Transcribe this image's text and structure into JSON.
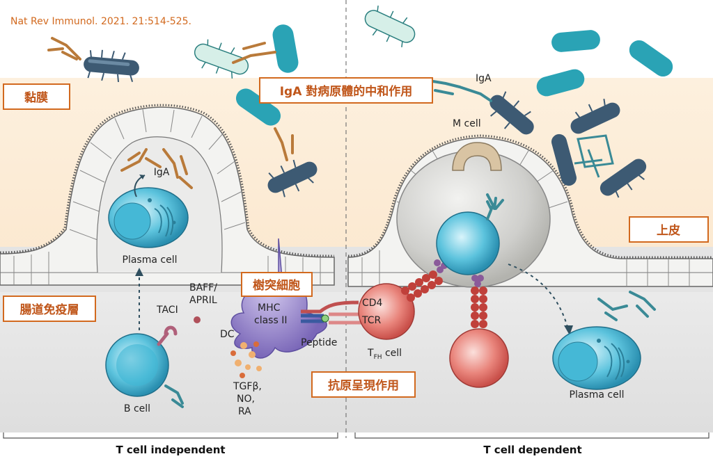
{
  "citation": "Nat Rev Immunol. 2021. 21:514-525.",
  "boxes": {
    "mucosa": "黏膜",
    "iga_neutralize": "IgA 對病原體的中和作用",
    "epithelium": "上皮",
    "dendritic_cell": "樹突細胞",
    "gut_immune_layer": "腸道免疫層",
    "antigen_presentation": "抗原呈現作用"
  },
  "labels": {
    "iga_left": "IgA",
    "iga_right": "IgA",
    "m_cell": "M cell",
    "plasma_cell_left": "Plasma cell",
    "plasma_cell_right": "Plasma cell",
    "b_cell": "B cell",
    "taci": "TACI",
    "baff": "BAFF/",
    "april": "APRIL",
    "dc": "DC",
    "mhc": "MHC",
    "class2": "class II",
    "peptide": "Peptide",
    "cd4": "CD4",
    "tcr": "TCR",
    "tfh_t": "T",
    "tfh_sub": "FH",
    "tfh_cell": " cell",
    "tgf": "TGFβ,",
    "no": "NO,",
    "ra": "RA"
  },
  "footer": {
    "left": "T cell independent",
    "right": "T cell dependent"
  },
  "colors": {
    "box_border": "#d2691e",
    "box_text": "#c0561a",
    "mucus_band": "#fdebd3",
    "tissue": "#e6e6e6",
    "bacteria_blue": "#3d5a73",
    "bacteria_teal": "#2aa3b5",
    "bacteria_pale": "#d6efe8",
    "iga_orange": "#b97a3a",
    "iga_teal": "#3a8a96",
    "cell_blue": "#3fb6d4",
    "dc_purple": "#8e7cc3",
    "tfh_red": "#e06a6a"
  }
}
